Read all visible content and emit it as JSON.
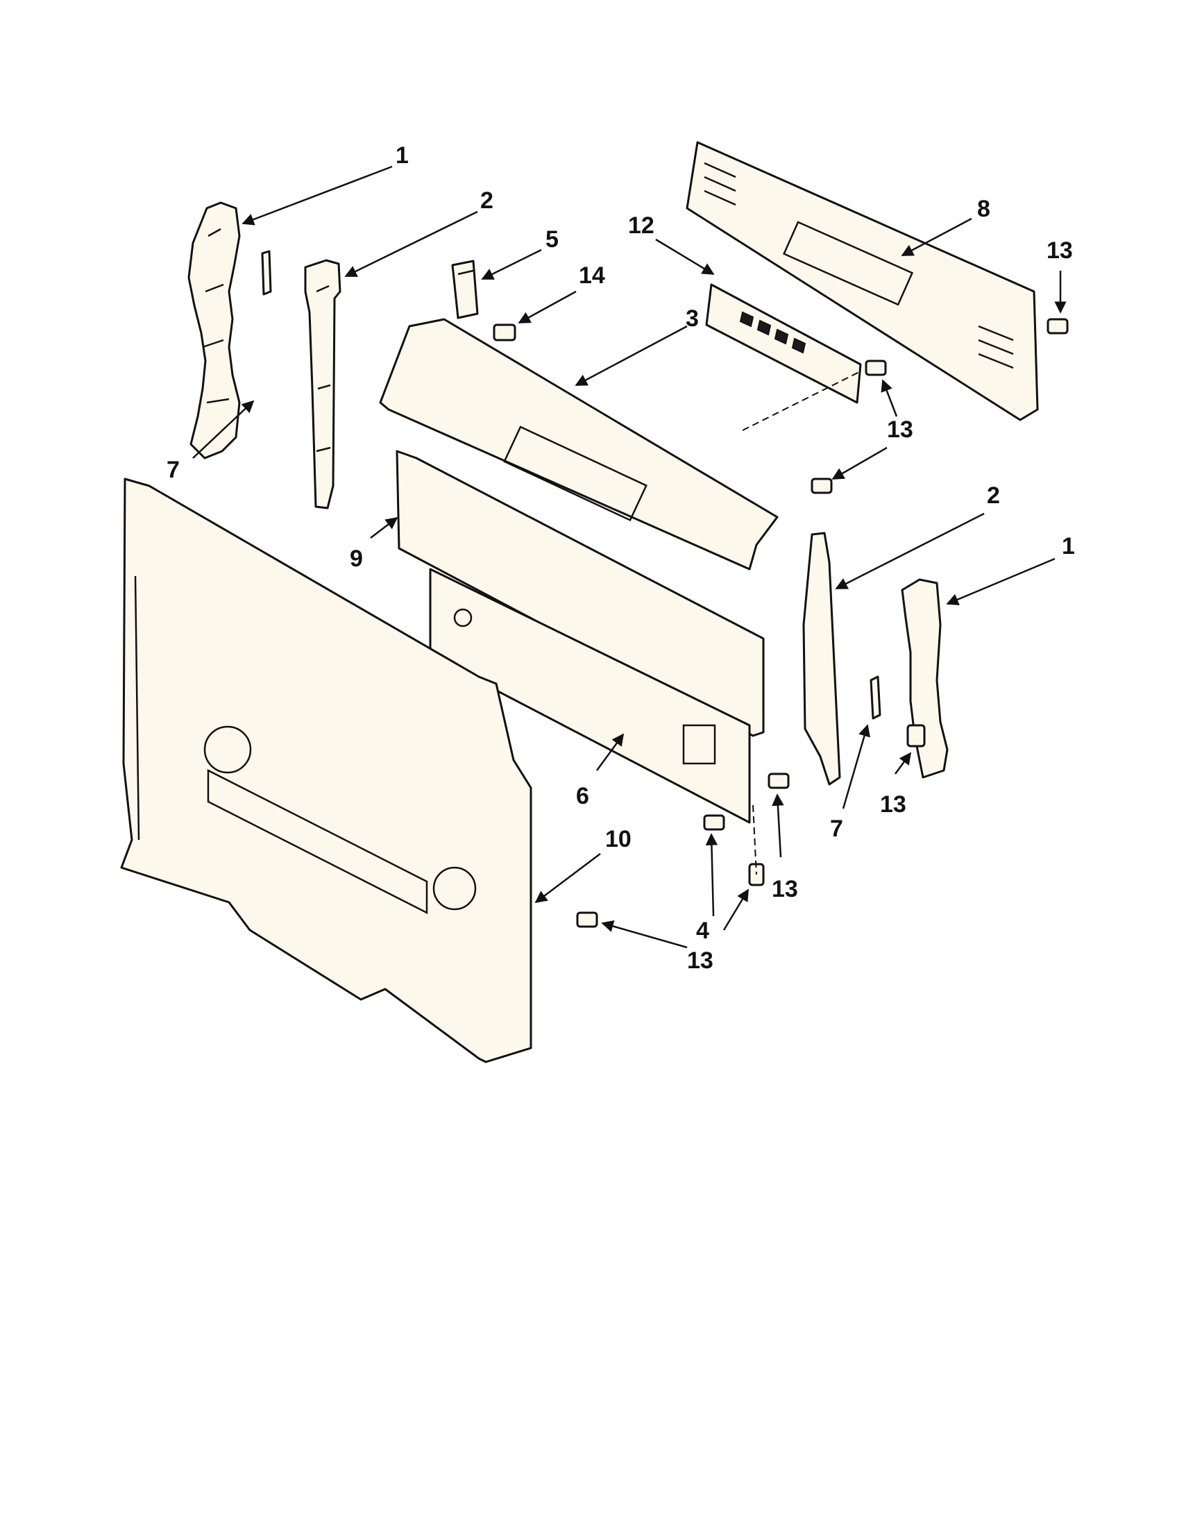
{
  "callouts": {
    "c1_left": "1",
    "c2_left": "2",
    "c5": "5",
    "c14": "14",
    "c12": "12",
    "c3": "3",
    "c8": "8",
    "c13_top_right": "13",
    "c7_left": "7",
    "c13_panel": "13",
    "c13_mid": "13",
    "c2_right": "2",
    "c1_right": "1",
    "c9": "9",
    "c6": "6",
    "c13_right": "13",
    "c7_right": "7",
    "c10": "10",
    "c4": "4",
    "c13_low": "13",
    "c13_bottom": "13"
  }
}
